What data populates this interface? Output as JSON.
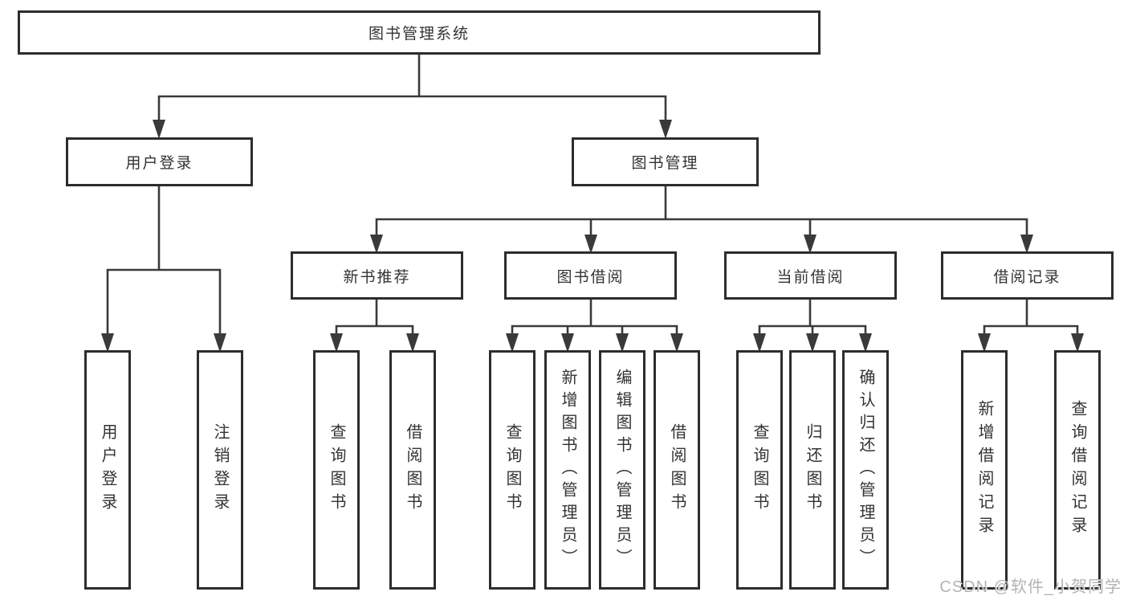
{
  "diagram": {
    "root": {
      "label": "图书管理系统",
      "children": [
        {
          "label": "用户登录",
          "children": [
            {
              "label": "用户登录"
            },
            {
              "label": "注销登录"
            }
          ]
        },
        {
          "label": "图书管理",
          "children": [
            {
              "label": "新书推荐",
              "children": [
                {
                  "label": "查询图书"
                },
                {
                  "label": "借阅图书"
                }
              ]
            },
            {
              "label": "图书借阅",
              "children": [
                {
                  "label": "查询图书"
                },
                {
                  "label": "新增图书（管理员）"
                },
                {
                  "label": "编辑图书（管理员）"
                },
                {
                  "label": "借阅图书"
                }
              ]
            },
            {
              "label": "当前借阅",
              "children": [
                {
                  "label": "查询图书"
                },
                {
                  "label": "归还图书"
                },
                {
                  "label": "确认归还（管理员）"
                }
              ]
            },
            {
              "label": "借阅记录",
              "children": [
                {
                  "label": "新增借阅记录"
                },
                {
                  "label": "查询借阅记录"
                }
              ]
            }
          ]
        }
      ]
    }
  },
  "watermark": "CSDN @软件_小贺同学",
  "colors": {
    "box_border": "#2d2d2d",
    "connector": "#3a3a3a",
    "text": "#333333",
    "watermark": "#b3b3b5",
    "background": "#ffffff"
  }
}
